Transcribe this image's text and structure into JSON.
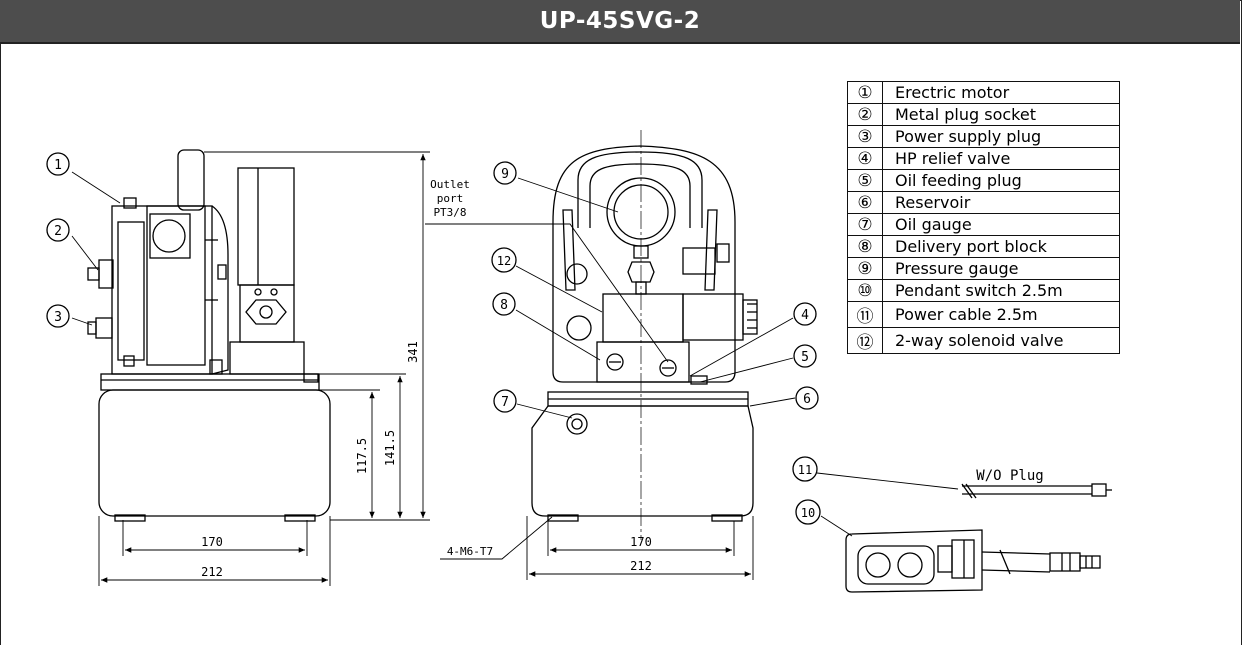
{
  "title": "UP-45SVG-2",
  "parts": [
    {
      "num": "①",
      "label": "Erectric motor"
    },
    {
      "num": "②",
      "label": "Metal plug socket"
    },
    {
      "num": "③",
      "label": "Power supply plug"
    },
    {
      "num": "④",
      "label": "HP relief valve"
    },
    {
      "num": "⑤",
      "label": "Oil feeding plug"
    },
    {
      "num": "⑥",
      "label": "Reservoir"
    },
    {
      "num": "⑦",
      "label": "Oil gauge"
    },
    {
      "num": "⑧",
      "label": "Delivery port block"
    },
    {
      "num": "⑨",
      "label": "Pressure gauge"
    },
    {
      "num": "⑩",
      "label": "Pendant switch 2.5m"
    },
    {
      "num": "⑪",
      "label": "Power cable 2.5m"
    },
    {
      "num": "⑫",
      "label": "2-way solenoid valve"
    }
  ],
  "side_view": {
    "callouts": [
      "1",
      "2",
      "3"
    ],
    "dim_height_total": "341",
    "dim_height_tank": "141.5",
    "dim_height_lower": "117.5",
    "dim_inner_width": "170",
    "dim_outer_width": "212"
  },
  "front_view": {
    "callouts": [
      "9",
      "12",
      "8",
      "7",
      "4",
      "5",
      "6"
    ],
    "outlet_label_1": "Outlet",
    "outlet_label_2": "port",
    "outlet_label_3": "PT3/8",
    "mount_label": "4-M6-T7",
    "dim_inner_width": "170",
    "dim_outer_width": "212"
  },
  "pendant_view": {
    "callouts": [
      "11",
      "10"
    ],
    "cable_label": "W/O Plug"
  }
}
